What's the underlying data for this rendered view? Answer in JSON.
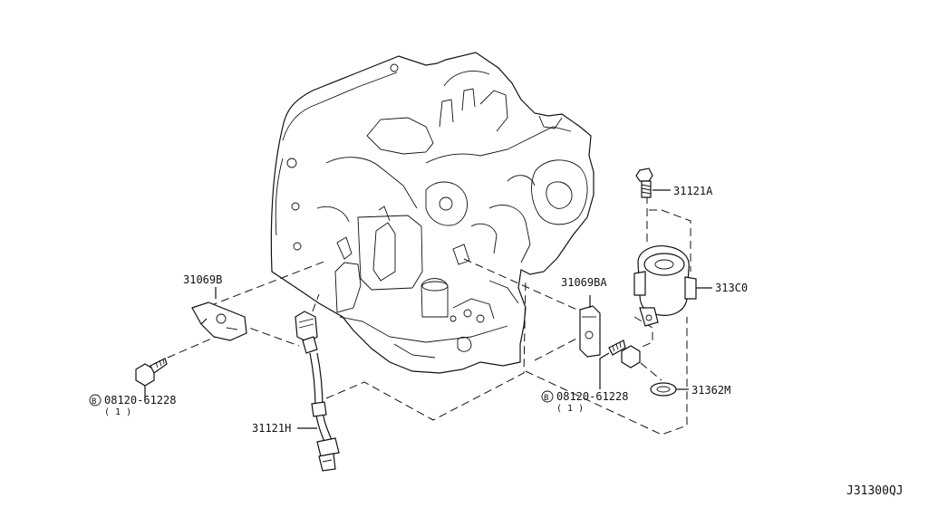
{
  "figure_code": "J31300QJ",
  "parts": {
    "bracket_left": "31069B",
    "bracket_right": "31069BA",
    "bolt_top": "31121A",
    "harness": "31121H",
    "valve": "313C0",
    "washer": "31362M",
    "bolt_left_code": "08120-61228",
    "bolt_left_qty": "( 1 )",
    "bolt_right_code": "08120-61228",
    "bolt_right_qty": "( 1 )",
    "bolt_symbol": "B"
  }
}
